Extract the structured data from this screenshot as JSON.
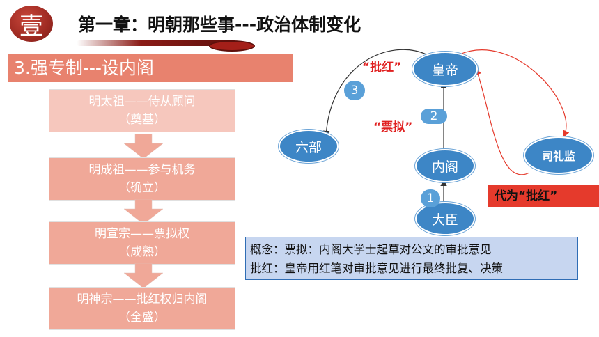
{
  "header": {
    "seal": "壹",
    "title": "第一章：明朝那些事---政治体制变化"
  },
  "section_title": "3.强专制---设内阁",
  "flow": [
    {
      "line1": "明太祖——侍从顾问",
      "line2": "（奠基）"
    },
    {
      "line1": "明成祖——参与机务",
      "line2": "（确立）"
    },
    {
      "line1": "明宣宗——票拟权",
      "line2": "（成熟）"
    },
    {
      "line1": "明神宗——批红权归内阁",
      "line2": "（全盛）"
    }
  ],
  "diagram": {
    "nodes": {
      "emperor": "皇帝",
      "six_ministries": "六部",
      "cabinet": "内阁",
      "minister": "大臣",
      "eunuch": "司礼监"
    },
    "badges": [
      "1",
      "2",
      "3"
    ],
    "labels": {
      "pihong": "“批红”",
      "piaoni": "“票拟”"
    },
    "proxy_label": "代为“批红”",
    "colors": {
      "node": "#3d86c6",
      "red": "#e02020",
      "proxy_bg": "#e53a2c"
    }
  },
  "concept": {
    "line1": "概念：票拟：内阁大学士起草对公文的审批意见",
    "line2": "批红：皇帝用红笔对审批意见进行最终批复、决策"
  }
}
